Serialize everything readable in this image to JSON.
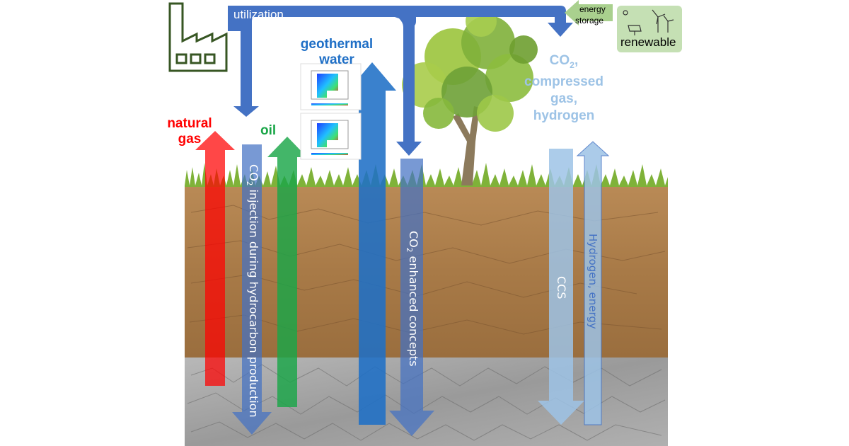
{
  "labels": {
    "utilization": "utilization",
    "energy_storage_line1": "energy",
    "energy_storage_line2": "storage",
    "renewable": "renewable",
    "geothermal_line1": "geothermal",
    "geothermal_line2": "water",
    "natural_gas_line1": "natural",
    "natural_gas_line2": "gas",
    "oil": "oil",
    "co2_prefix": "CO",
    "co2_sub": "2",
    "storage_targets_line2": "compressed",
    "storage_targets_line3": "gas,",
    "storage_targets_line4": "hydrogen",
    "injection_prefix": "CO",
    "injection_sub": "2",
    "injection_rest": " injection during hydrocarbon production",
    "enhanced_prefix": "CO",
    "enhanced_sub": "2",
    "enhanced_rest": " enhanced concepts",
    "ccs": "CCS",
    "hydrogen_energy": "Hydrogen, energy"
  },
  "colors": {
    "natural_gas": "#ff0000",
    "oil": "#1aa648",
    "geothermal": "#1f6fc6",
    "utilization": "#4472c4",
    "light_blue": "#9dc3e6",
    "renewable_box": "#c5e0b4",
    "factory_outline": "#375623"
  }
}
